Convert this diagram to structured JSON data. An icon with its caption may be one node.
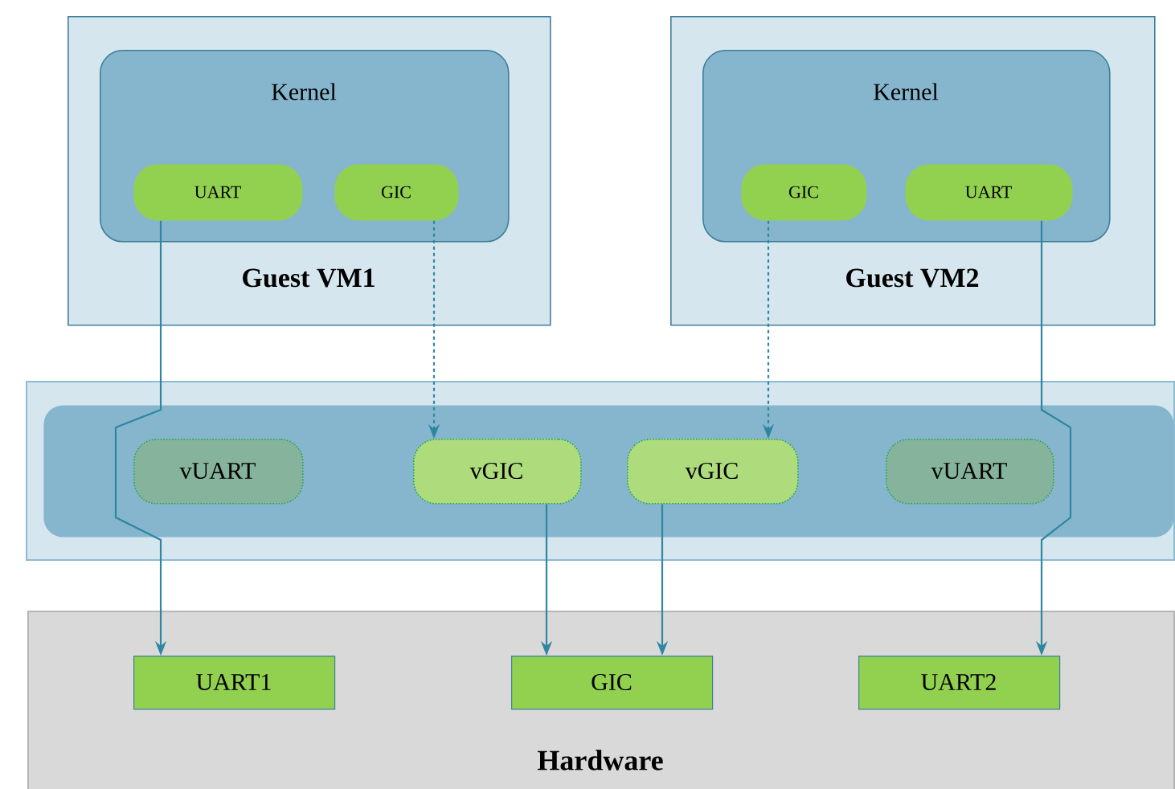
{
  "diagram": {
    "nodes": [
      {
        "text": [
          "Guest VM1"
        ]
      },
      {
        "text": [
          "Kernel"
        ],
        "in": 0
      },
      {
        "text": [
          "UART"
        ],
        "in": 1
      },
      {
        "text": [
          "GIC"
        ],
        "in": 1
      },
      {
        "text": [
          "Guest VM2"
        ]
      },
      {
        "text": [
          "Kernel"
        ],
        "in": 4
      },
      {
        "text": [
          "GIC"
        ],
        "in": 5
      },
      {
        "text": [
          "UART"
        ],
        "in": 5
      },
      {
        "text": [],
        "shape": "box"
      },
      {
        "text": [],
        "shape": "box",
        "in": 8
      },
      {
        "text": [
          "vUART"
        ],
        "in": 9
      },
      {
        "text": [
          "vGIC"
        ],
        "in": 9
      },
      {
        "text": [
          "vGIC"
        ],
        "in": 9
      },
      {
        "text": [
          "vUART"
        ],
        "in": 9
      },
      {
        "text": [
          "Hardware"
        ]
      },
      {
        "text": [
          "UART1"
        ],
        "in": 14
      },
      {
        "text": [
          "GIC"
        ],
        "in": 14
      },
      {
        "text": [
          "UART2"
        ],
        "in": 14
      }
    ],
    "edges": [
      {
        "from": 2,
        "to": 15,
        "arrow": "to"
      },
      {
        "from": 3,
        "to": 11,
        "arrow": "to",
        "style": "dashed"
      },
      {
        "from": 6,
        "to": 12,
        "arrow": "to",
        "style": "dashed"
      },
      {
        "from": 7,
        "to": 17,
        "arrow": "to"
      },
      {
        "from": 11,
        "to": 16,
        "arrow": "to"
      },
      {
        "from": 12,
        "to": 16,
        "arrow": "to"
      }
    ]
  }
}
